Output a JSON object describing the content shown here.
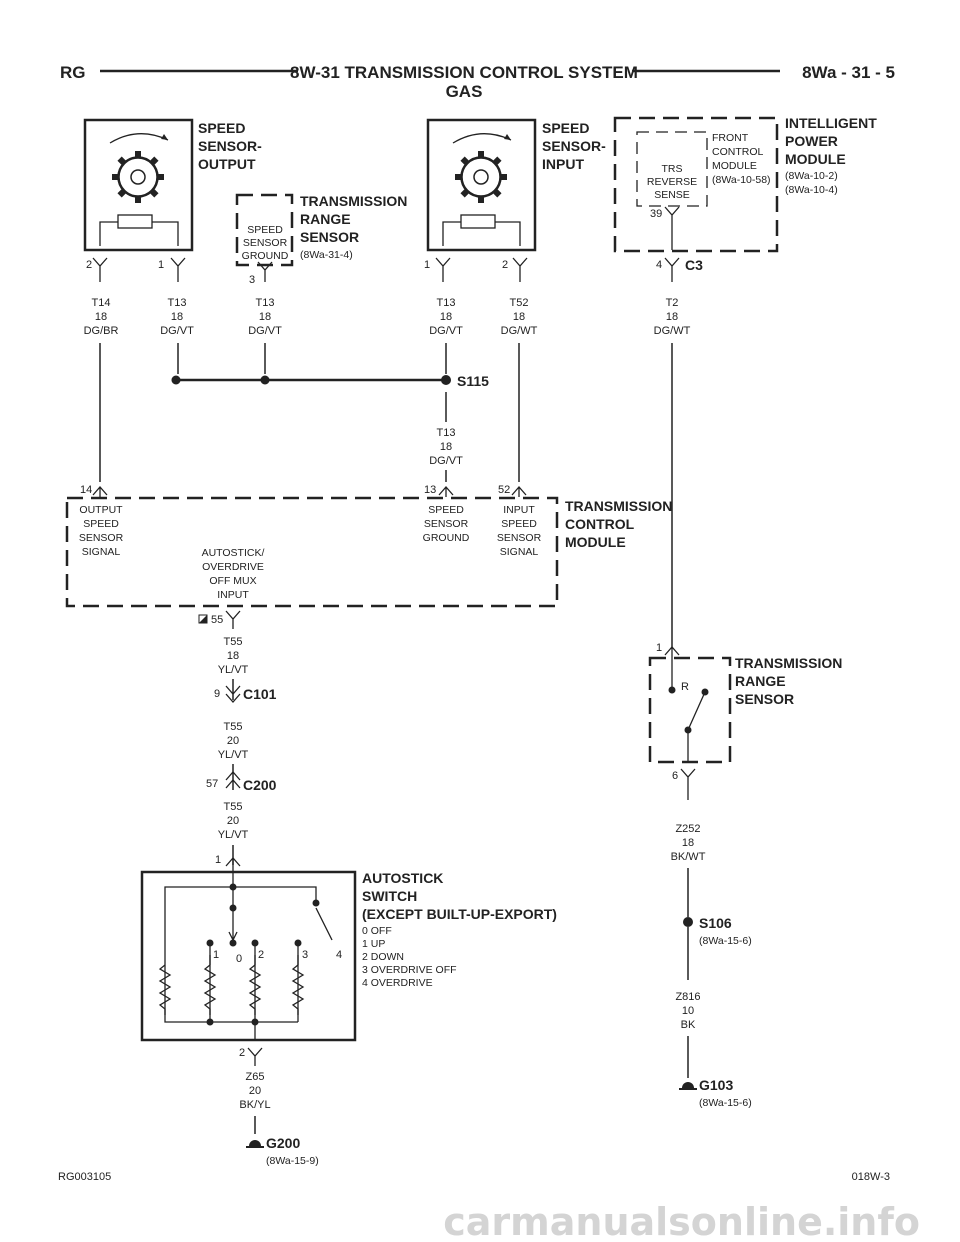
{
  "header": {
    "left": "RG",
    "title_line1": "8W-31 TRANSMISSION CONTROL SYSTEM",
    "title_line2": "GAS",
    "page": "8Wa - 31 - 5"
  },
  "speed_sensor_output": {
    "title": [
      "SPEED",
      "SENSOR-",
      "OUTPUT"
    ],
    "pins": [
      "2",
      "1"
    ],
    "wires": [
      [
        "T14",
        "18",
        "DG/BR"
      ],
      [
        "T13",
        "18",
        "DG/VT"
      ]
    ]
  },
  "trs_ground": {
    "box": [
      "SPEED",
      "SENSOR",
      "GROUND"
    ],
    "pin": "3",
    "title": [
      "TRANSMISSION",
      "RANGE",
      "SENSOR"
    ],
    "ref": "(8Wa-31-4)",
    "wire": [
      "T13",
      "18",
      "DG/VT"
    ]
  },
  "speed_sensor_input": {
    "title": [
      "SPEED",
      "SENSOR-",
      "INPUT"
    ],
    "pins": [
      "1",
      "2"
    ],
    "wires": [
      [
        "T13",
        "18",
        "DG/VT"
      ],
      [
        "T52",
        "18",
        "DG/WT"
      ]
    ]
  },
  "ipm": {
    "title": [
      "INTELLIGENT",
      "POWER",
      "MODULE"
    ],
    "refs": [
      "(8Wa-10-2)",
      "(8Wa-10-4)"
    ],
    "trs_box": [
      "TRS",
      "REVERSE",
      "SENSE"
    ],
    "fcm": [
      "FRONT",
      "CONTROL",
      "MODULE",
      "(8Wa-10-58)"
    ],
    "pin_internal": "39",
    "pin": "4",
    "connector": "C3",
    "wire": [
      "T2",
      "18",
      "DG/WT"
    ]
  },
  "splice_s115": {
    "label": "S115",
    "wire_down": [
      "T13",
      "18",
      "DG/VT"
    ]
  },
  "tcm": {
    "title": [
      "TRANSMISSION",
      "CONTROL",
      "MODULE"
    ],
    "pins": [
      "14",
      "13",
      "52"
    ],
    "output_signal": [
      "OUTPUT",
      "SPEED",
      "SENSOR",
      "SIGNAL"
    ],
    "speed_ground": [
      "SPEED",
      "SENSOR",
      "GROUND"
    ],
    "input_signal": [
      "INPUT",
      "SPEED",
      "SENSOR",
      "SIGNAL"
    ],
    "autostick": [
      "AUTOSTICK/",
      "OVERDRIVE",
      "OFF MUX",
      "INPUT"
    ],
    "pin_bottom": "55"
  },
  "c101": {
    "pin": "9",
    "label": "C101",
    "wire_above": [
      "T55",
      "18",
      "YL/VT"
    ],
    "wire_below": [
      "T55",
      "20",
      "YL/VT"
    ]
  },
  "c200": {
    "pin": "57",
    "label": "C200",
    "wire_below": [
      "T55",
      "20",
      "YL/VT"
    ]
  },
  "autostick_switch": {
    "pin_top": "1",
    "pin_bottom": "2",
    "title": [
      "AUTOSTICK",
      "SWITCH",
      "(EXCEPT BUILT-UP-EXPORT)"
    ],
    "legend": [
      "0 OFF",
      "1 UP",
      "2 DOWN",
      "3 OVERDRIVE OFF",
      "4 OVERDRIVE"
    ],
    "positions": [
      "1",
      "0",
      "2",
      "3",
      "4"
    ],
    "wire": [
      "Z65",
      "20",
      "BK/YL"
    ]
  },
  "g200": {
    "label": "G200",
    "ref": "(8Wa-15-9)"
  },
  "trs_right": {
    "pin_top": "1",
    "pin_bottom": "6",
    "contact": "R",
    "title": [
      "TRANSMISSION",
      "RANGE",
      "SENSOR"
    ],
    "wire": [
      "Z252",
      "18",
      "BK/WT"
    ]
  },
  "s106": {
    "label": "S106",
    "ref": "(8Wa-15-6)",
    "wire": [
      "Z816",
      "10",
      "BK"
    ]
  },
  "g103": {
    "label": "G103",
    "ref": "(8Wa-15-6)"
  },
  "footer": {
    "left": "RG003105",
    "right": "018W-3"
  },
  "watermark": "carmanualsonline.info"
}
